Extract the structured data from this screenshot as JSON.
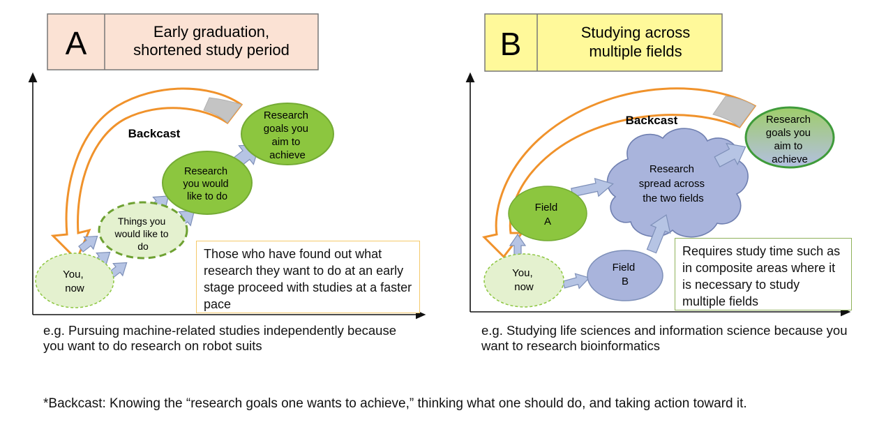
{
  "panel_a": {
    "letter": "A",
    "title_line1": "Early graduation,",
    "title_line2": "shortened study period",
    "backcast_label": "Backcast",
    "you_now": [
      "You,",
      "now"
    ],
    "things": [
      "Things you",
      "would like to",
      "do"
    ],
    "research_like": [
      "Research",
      "you would",
      "like to do"
    ],
    "goals": [
      "Research",
      "goals you",
      "aim to",
      "achieve"
    ],
    "note": "Those who have found out what research they want to do at an early stage proceed with studies at a faster pace",
    "example": "e.g. Pursuing machine-related studies independently because you want to do research on robot suits"
  },
  "panel_b": {
    "letter": "B",
    "title_line1": "Studying across",
    "title_line2": "multiple fields",
    "backcast_label": "Backcast",
    "you_now": [
      "You,",
      "now"
    ],
    "field_a": [
      "Field",
      "A"
    ],
    "field_b": [
      "Field",
      "B"
    ],
    "cloud": [
      "Research",
      "spread across",
      "the two fields"
    ],
    "goals": [
      "Research",
      "goals you",
      "aim to",
      "achieve"
    ],
    "note": "Requires study time such as in composite areas where it is necessary to study multiple fields",
    "example": "e.g. Studying life sciences and information science because you want to research bioinformatics"
  },
  "footnote": "*Backcast: Knowing the “research goals one wants to achieve,” thinking what one should do, and taking action toward it.",
  "colors": {
    "title_a_bg": "#fbe2d4",
    "title_b_bg": "#fff99a",
    "green_dark": "#8cc63f",
    "green_light": "#e4f1cf",
    "blue_node": "#a9b4dc",
    "arrow_fill": "#b6c4e4",
    "backcast_orange": "#f0922b",
    "note_a_border": "#f5c96a",
    "note_b_border": "#8fb15a"
  }
}
